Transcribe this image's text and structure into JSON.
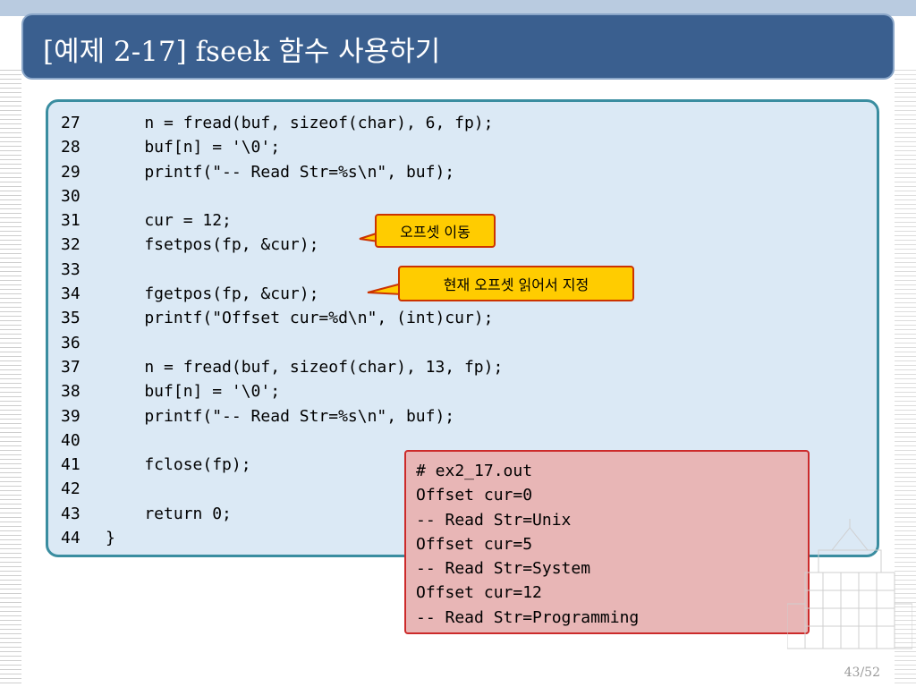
{
  "slide": {
    "title": "[예제 2-17] fseek 함수 사용하기",
    "page_number": "43/52"
  },
  "code_lines": [
    {
      "num": "27",
      "text": "    n = fread(buf, sizeof(char), 6, fp);"
    },
    {
      "num": "28",
      "text": "    buf[n] = '\\0';"
    },
    {
      "num": "29",
      "text": "    printf(\"-- Read Str=%s\\n\", buf);"
    },
    {
      "num": "30",
      "text": ""
    },
    {
      "num": "31",
      "text": "    cur = 12;"
    },
    {
      "num": "32",
      "text": "    fsetpos(fp, &cur);"
    },
    {
      "num": "33",
      "text": ""
    },
    {
      "num": "34",
      "text": "    fgetpos(fp, &cur);"
    },
    {
      "num": "35",
      "text": "    printf(\"Offset cur=%d\\n\", (int)cur);"
    },
    {
      "num": "36",
      "text": ""
    },
    {
      "num": "37",
      "text": "    n = fread(buf, sizeof(char), 13, fp);"
    },
    {
      "num": "38",
      "text": "    buf[n] = '\\0';"
    },
    {
      "num": "39",
      "text": "    printf(\"-- Read Str=%s\\n\", buf);"
    },
    {
      "num": "40",
      "text": ""
    },
    {
      "num": "41",
      "text": "    fclose(fp);"
    },
    {
      "num": "42",
      "text": ""
    },
    {
      "num": "43",
      "text": "    return 0;"
    },
    {
      "num": "44",
      "text": "}"
    }
  ],
  "callouts": {
    "offset_move": "오프셋 이동",
    "read_current_offset": "현재 오프셋 읽어서 지정"
  },
  "output_lines": [
    "# ex2_17.out",
    "Offset cur=0",
    "-- Read Str=Unix",
    "Offset cur=5",
    "-- Read Str=System",
    "Offset cur=12",
    "-- Read Str=Programming"
  ],
  "colors": {
    "title_bar": "#3a5f8f",
    "code_panel": "#dbe9f5",
    "code_border": "#3a8da0",
    "callout_fill": "#ffcc00",
    "callout_border": "#cc3300",
    "output_fill": "#e8b6b6",
    "output_border": "#cc2a2a"
  }
}
